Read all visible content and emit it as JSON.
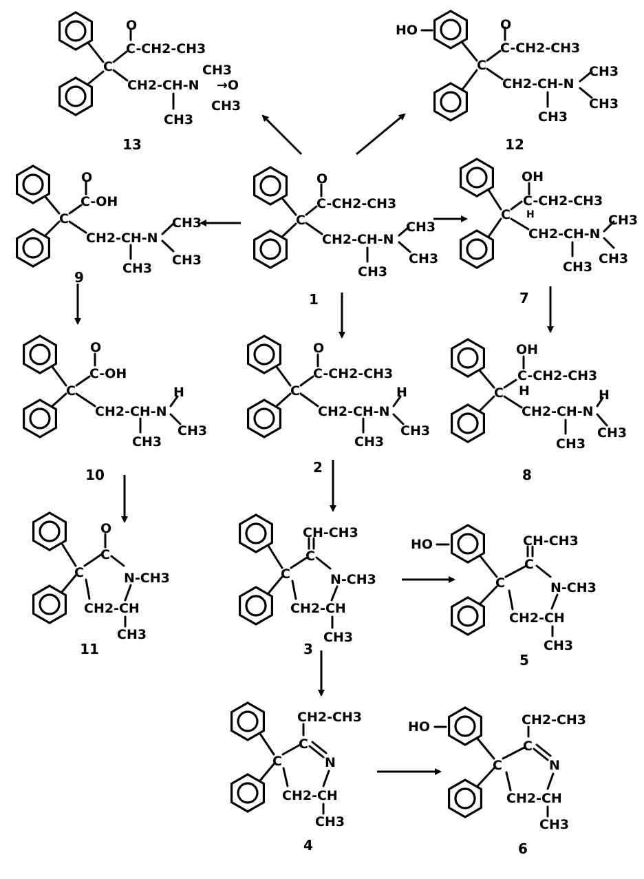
{
  "compound_labels": {
    "c1": "1",
    "c2": "2",
    "c3": "3",
    "c4": "4",
    "c5": "5",
    "c6": "6",
    "c7": "7",
    "c8": "8",
    "c9": "9",
    "c10": "10",
    "c11": "11",
    "c12": "12",
    "c13": "13"
  },
  "atoms": {
    "C": "C",
    "N": "N",
    "H": "H",
    "O": "O",
    "OH": "OH",
    "HO": "HO",
    "CH": "CH",
    "CH2": "CH2",
    "CH3": "CH3",
    "C_OH": "C-OH",
    "C_CH2_CH3": "C-CH2-CH3",
    "CH2_CH_N": "CH2-CH-N",
    "CH2_CH": "CH2-CH",
    "CH_CH3": "CH-CH3",
    "CH2_CH3": "CH2-CH3",
    "N_CH3": "N-CH3",
    "N_oxide": "→O"
  }
}
